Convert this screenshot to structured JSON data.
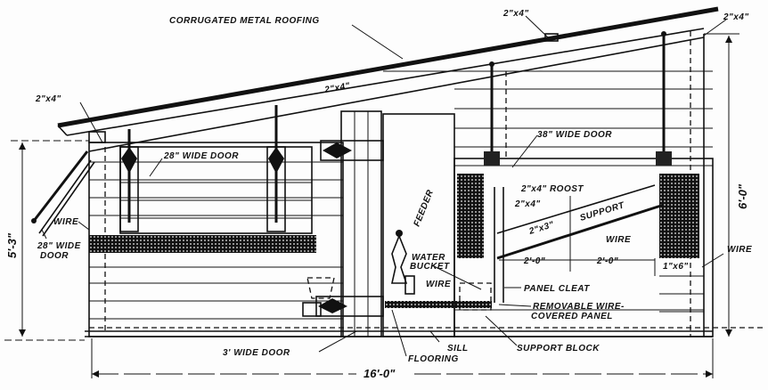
{
  "title": "Poultry house front elevation",
  "labels": {
    "roofing": "CORRUGATED METAL ROOFING",
    "rafter_top": "2\"x4\"",
    "rafter_right": "2\"x4\"",
    "plate_left": "2\"x4\"",
    "rafter_mid": "2\"x4\"",
    "door_28_top": "28\" WIDE DOOR",
    "door_38": "38\" WIDE DOOR",
    "wire_left": "WIRE",
    "door_28_left_1": "28\" WIDE",
    "door_28_left_2": "DOOR",
    "feeder": "FEEDER",
    "water_bucket_1": "WATER",
    "water_bucket_2": "BUCKET",
    "wire_mid": "WIRE",
    "roost": "2\"x4\" ROOST",
    "roost_post": "2\"x4\"",
    "roost_bar": "2\"x3\"",
    "support": "SUPPORT",
    "wire_roost": "WIRE",
    "span_1": "2'-0\"",
    "span_2": "2'-0\"",
    "board": "1\"x6\"",
    "wire_right": "WIRE",
    "panel_cleat": "PANEL CLEAT",
    "removable_1": "REMOVABLE WIRE-",
    "removable_2": "COVERED PANEL",
    "door_3ft": "3' WIDE DOOR",
    "sill": "SILL",
    "flooring": "FLOORING",
    "support_block": "SUPPORT BLOCK"
  },
  "dimensions": {
    "left_height": "5'-3\"",
    "right_height": "6'-0\"",
    "width": "16'-0\""
  }
}
